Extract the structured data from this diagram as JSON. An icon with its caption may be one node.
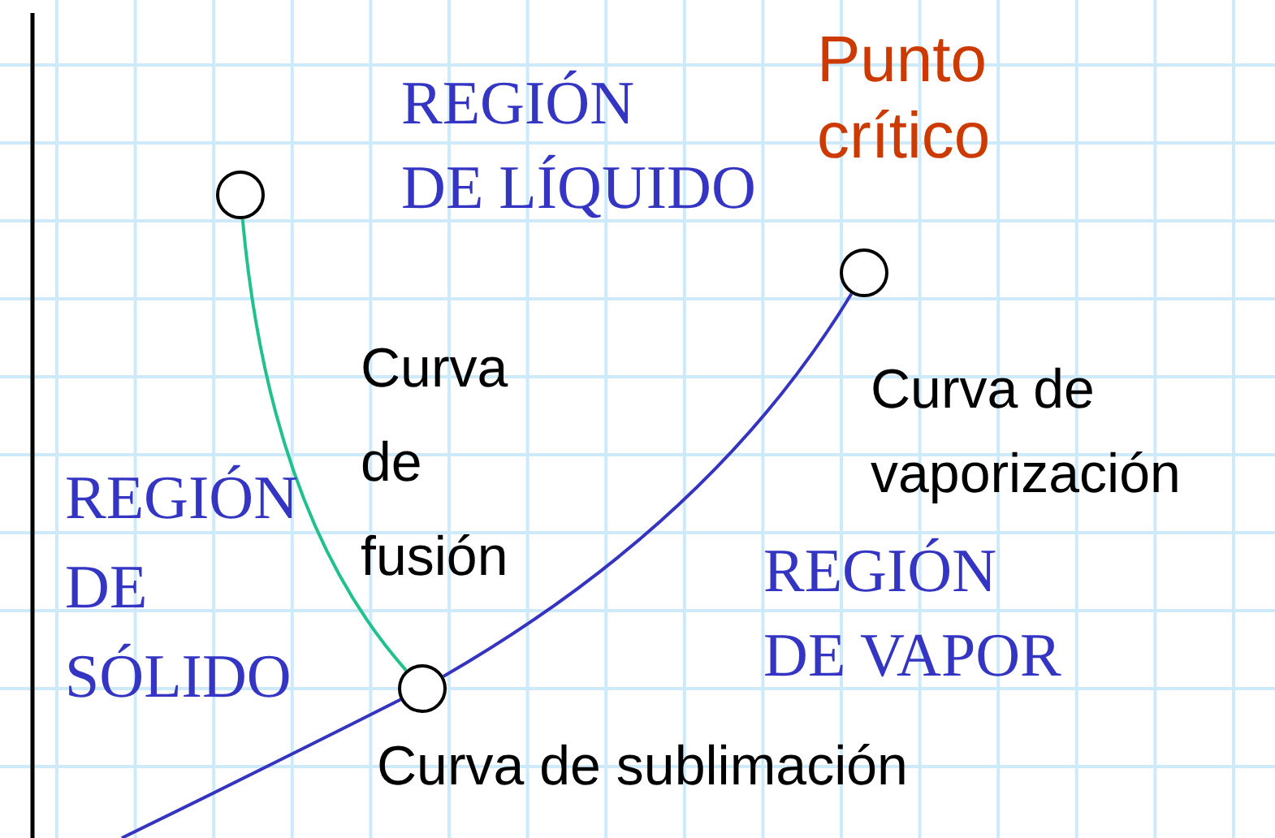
{
  "diagram": {
    "nodes": [
      {
        "text": [],
        "shape": "circle"
      },
      {
        "text": [],
        "shape": "circle",
        "beside": [
          "Punto crítico"
        ]
      },
      {
        "text": [],
        "shape": "circle"
      }
    ],
    "edges": [
      {
        "from": 2,
        "to": 0,
        "arrow": "none",
        "color": "#22c08c"
      },
      {
        "from": 2,
        "to": 1,
        "arrow": "none"
      },
      {
        "from": null,
        "to": 2,
        "arrow": "none"
      }
    ],
    "labels": [
      "REGIÓN DE LÍQUIDO",
      "Curva de fusión",
      "Curva de vaporización",
      "REGIÓN DE SÓLIDO",
      "REGIÓN DE VAPOR",
      "Curva de sublimación"
    ]
  }
}
